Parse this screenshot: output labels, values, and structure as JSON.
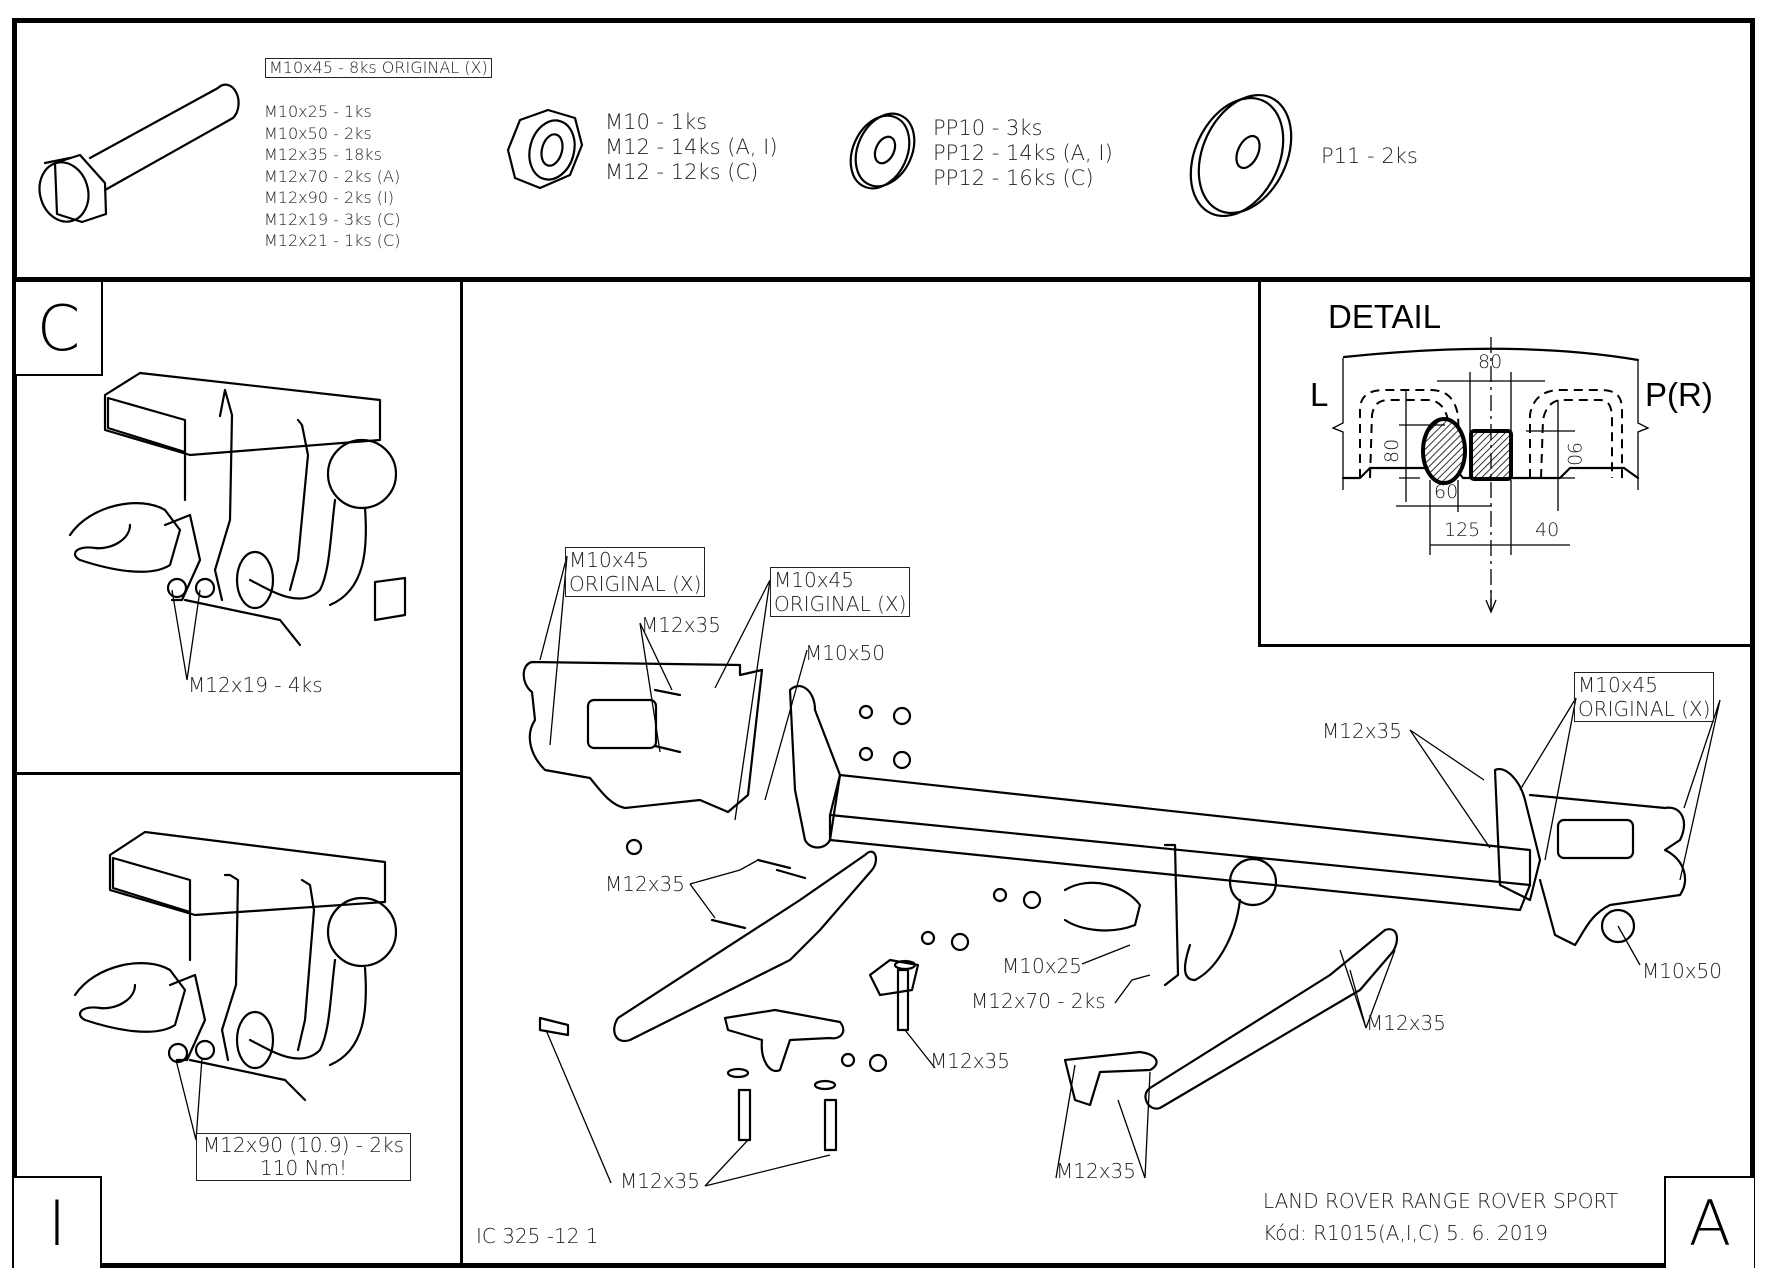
{
  "parts_list": {
    "original_bolt": "M10x45 - 8ks ORIGINAL (X)",
    "bolts": [
      "M10x25 - 1ks",
      "M10x50 - 2ks",
      "M12x35 - 18ks",
      "M12x70 - 2ks (A)",
      "M12x90 - 2ks (I)",
      "M12x19 - 3ks (C)",
      "M12x21 - 1ks (C)"
    ],
    "nuts": [
      "M10 - 1ks",
      "M12 - 14ks (A, I)",
      "M12 - 12ks (C)"
    ],
    "washers": [
      "PP10 - 3ks",
      "PP12 - 14ks (A, I)",
      "PP12 - 16ks (C)"
    ],
    "large_washer": "P11 - 2ks",
    "icons": [
      "hex-bolt-icon",
      "hex-nut-icon",
      "flat-washer-icon",
      "large-washer-icon"
    ]
  },
  "panel_c": {
    "letter": "C",
    "callout": "M12x19 - 4ks"
  },
  "panel_i": {
    "letter": "I",
    "callout_line1": "M12x90 (10.9) - 2ks",
    "callout_line2": "110 Nm!"
  },
  "detail": {
    "title": "DETAIL",
    "left_side": "L",
    "right_side": "P(R)",
    "dimensions": {
      "top_width": "80",
      "left_height": "80",
      "right_height": "90",
      "offset_60": "60",
      "offset_125": "125",
      "offset_40": "40"
    }
  },
  "main_assembly": {
    "letter": "A",
    "callouts": [
      {
        "id": "orig-left",
        "line1": "M10x45",
        "line2": "ORIGINAL (X)"
      },
      {
        "id": "orig-mid",
        "line1": "M10x45",
        "line2": "ORIGINAL (X)"
      },
      {
        "id": "orig-right",
        "line1": "M10x45",
        "line2": "ORIGINAL (X)"
      },
      {
        "id": "m12x35-a",
        "text": "M12x35"
      },
      {
        "id": "m10x50-a",
        "text": "M10x50"
      },
      {
        "id": "m12x35-b",
        "text": "M12x35"
      },
      {
        "id": "m12x35-c",
        "text": "M12x35"
      },
      {
        "id": "m10x50-b",
        "text": "M10x50"
      },
      {
        "id": "m10x25",
        "text": "M10x25"
      },
      {
        "id": "m12x70",
        "text": "M12x70 - 2ks"
      },
      {
        "id": "m12x35-d",
        "text": "M12x35"
      },
      {
        "id": "m12x35-e",
        "text": "M12x35"
      },
      {
        "id": "m12x35-f",
        "text": "M12x35"
      },
      {
        "id": "m12x35-g",
        "text": "M12x35"
      }
    ]
  },
  "title_block": {
    "drawing_no": "IC 325 -12 1",
    "vehicle": "LAND ROVER RANGE ROVER SPORT",
    "code_line": "Kód: R1015(A,I,C)  5. 6. 2019"
  }
}
